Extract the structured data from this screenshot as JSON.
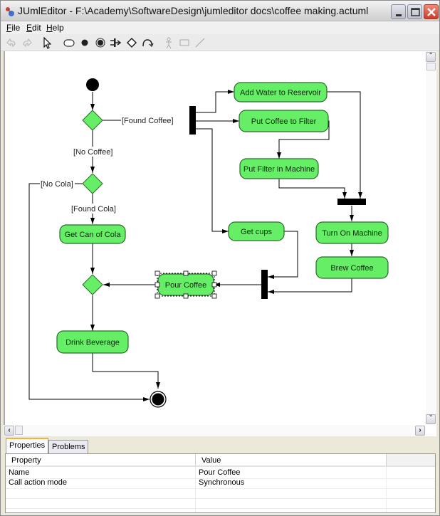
{
  "window": {
    "title": "JUmlEditor - F:\\Academy\\SoftwareDesign\\jumleditor docs\\coffee making.actuml",
    "buttons": [
      "minimize",
      "maximize",
      "close"
    ]
  },
  "menu": {
    "items": [
      {
        "label": "File",
        "mnemonic": "F"
      },
      {
        "label": "Edit",
        "mnemonic": "E"
      },
      {
        "label": "Help",
        "mnemonic": "H"
      }
    ]
  },
  "toolbar": {
    "tools": [
      "undo-icon",
      "redo-icon",
      "select-pointer-icon",
      "action-state-icon",
      "initial-state-icon",
      "final-state-icon",
      "fork-join-icon",
      "decision-icon",
      "transition-icon",
      "actor-icon",
      "rectangle-icon",
      "line-icon"
    ]
  },
  "diagram": {
    "colors": {
      "node_fill": "#66ee66",
      "node_stroke": "#2a6a2a",
      "edge": "#000000",
      "bar": "#000000"
    },
    "actions": [
      {
        "id": "add-water",
        "label": "Add Water to Reservoir"
      },
      {
        "id": "put-coffee",
        "label": "Put Coffee to Filter"
      },
      {
        "id": "put-filter",
        "label": "Put Filter in Machine"
      },
      {
        "id": "get-cups",
        "label": "Get cups"
      },
      {
        "id": "turn-on",
        "label": "Turn On Machine"
      },
      {
        "id": "brew",
        "label": "Brew Coffee"
      },
      {
        "id": "get-cola",
        "label": "Get Can of Cola"
      },
      {
        "id": "pour-coffee",
        "label": "Pour Coffee",
        "selected": true
      },
      {
        "id": "drink",
        "label": "Drink Beverage"
      }
    ],
    "guards": {
      "found_coffee": "[Found Coffee]",
      "no_coffee": "[No Coffee]",
      "no_cola": "[No Cola]",
      "found_cola": "[Found Cola]"
    }
  },
  "panel": {
    "tabs": [
      {
        "label": "Properties",
        "active": true
      },
      {
        "label": "Problems",
        "active": false
      }
    ],
    "columns": [
      "Property",
      "Value"
    ],
    "rows": [
      {
        "property": "Name",
        "value": "Pour Coffee"
      },
      {
        "property": "Call action mode",
        "value": "Synchronous"
      }
    ]
  }
}
